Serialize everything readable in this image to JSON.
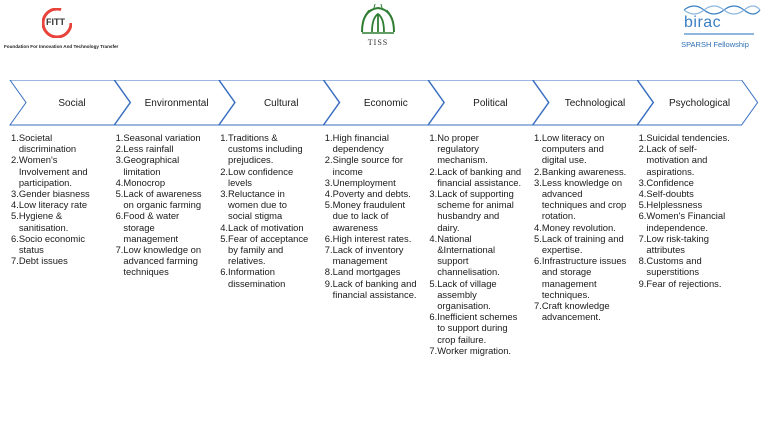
{
  "logos": {
    "fitt": {
      "name": "FITT",
      "tagline": "Foundation For Innovation And Technology Transfer",
      "color": "#e8433a"
    },
    "tiss": {
      "name": "TISS",
      "color": "#2f7d32"
    },
    "birac": {
      "name": "birac",
      "fellowship": "SPARSH Fellowship",
      "color": "#3a7fc4"
    }
  },
  "colors": {
    "arrow_stroke": "#3a6fc0",
    "text": "#1a1a1a"
  },
  "categories": [
    {
      "label": "Social",
      "items": [
        "Societal discrimination",
        "Women's Involvement and participation.",
        "Gender biasness",
        "Low literacy rate",
        "Hygiene & sanitisation.",
        "Socio economic status",
        "Debt issues"
      ]
    },
    {
      "label": "Environmental",
      "items": [
        "Seasonal variation",
        "Less rainfall",
        "Geographical limitation",
        "Monocrop",
        "Lack of awareness on organic farming",
        "Food & water storage management",
        "Low knowledge on advanced farming techniques"
      ]
    },
    {
      "label": "Cultural",
      "items": [
        "Traditions & customs including prejudices.",
        "Low confidence levels",
        "Reluctance in women due to social stigma",
        "Lack of motivation",
        "Fear of acceptance by family and relatives.",
        "Information dissemination"
      ]
    },
    {
      "label": "Economic",
      "items": [
        "High financial dependency",
        "Single source for income",
        "Unemployment",
        "Poverty and debts.",
        "Money fraudulent due to lack of awareness",
        "High interest rates.",
        "Lack of inventory management",
        "Land mortgages",
        "Lack of banking and financial assistance."
      ]
    },
    {
      "label": "Political",
      "items": [
        "No proper regulatory mechanism.",
        "Lack of banking and financial assistance.",
        "Lack of supporting scheme for animal husbandry and dairy.",
        "National &International support channelisation.",
        "Lack of village assembly organisation.",
        "Inefficient schemes to support during crop failure.",
        "Worker migration."
      ]
    },
    {
      "label": "Technological",
      "items": [
        "Low literacy on computers and digital use.",
        "Banking awareness.",
        "Less knowledge on advanced techniques and crop rotation.",
        "Money revolution.",
        "Lack of training and expertise.",
        "Infrastructure issues and storage management techniques.",
        "Craft knowledge advancement."
      ]
    },
    {
      "label": "Psychological",
      "items": [
        "Suicidal tendencies.",
        "Lack of self-motivation and aspirations.",
        "Confidence",
        "Self-doubts",
        "Helplessness",
        "Women's Financial independence.",
        "Low risk-taking attributes",
        "Customs and superstitions",
        "Fear of rejections."
      ]
    }
  ]
}
